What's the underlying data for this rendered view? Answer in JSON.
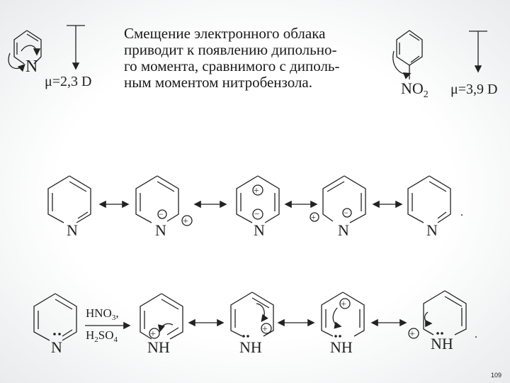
{
  "text": {
    "lines": [
      "Смещение электронного облака",
      "приводит к появлению дипольно-",
      "го момента, сравнимого с диполь-",
      "ным моментом нитробензола."
    ]
  },
  "pyridine_moment": "μ=2,3 D",
  "nitrobenzene_moment": "μ=3,9 D",
  "labels": {
    "n": "N",
    "nh": "NH",
    "no2": "NO",
    "no2_sub": "2",
    "hno3": "HNO",
    "hno3_sub": "3",
    "hno3_tail": ",",
    "h2so4_h": "H",
    "h2so4_sub1": "2",
    "h2so4_so": "SO",
    "h2so4_sub2": "4",
    "plus": "+",
    "minus": "−",
    "dot": "."
  },
  "page_number": "109",
  "colors": {
    "ink": "#222222",
    "background": "#ffffff"
  }
}
